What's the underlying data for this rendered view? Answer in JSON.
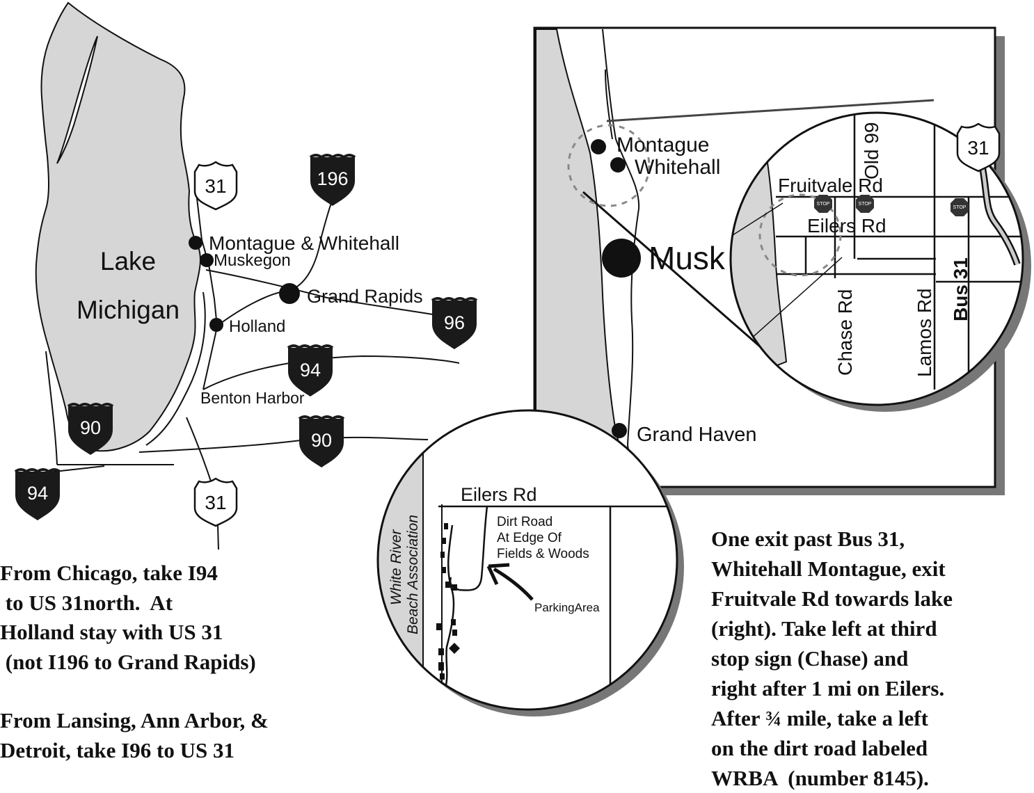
{
  "overview": {
    "lake_line1": "Lake",
    "lake_line2": "Michigan",
    "towns": {
      "montague_whitehall": "Montague & Whitehall",
      "muskegon": "Muskegon",
      "grand_rapids": "Grand Rapids",
      "holland": "Holland",
      "benton_harbor": "Benton Harbor"
    },
    "shields": {
      "us31_north": "31",
      "i196": "196",
      "i96": "96",
      "i94_east": "94",
      "i90_west": "90",
      "i90_east": "90",
      "i94_west": "94",
      "us31_south": "31"
    }
  },
  "regional": {
    "towns": {
      "montague": "Montague",
      "whitehall": "Whitehall",
      "muskegon_partial": "Musk",
      "grand_haven": "Grand Haven"
    }
  },
  "detail_circle": {
    "roads": {
      "fruitvale": "Fruitvale Rd",
      "old99": "Old 99",
      "eilers": "Eilers Rd",
      "chase": "Chase Rd",
      "lamos": "Lamos Rd",
      "bus31": "Bus 31"
    },
    "us31_shield": "31",
    "stop_sign": "STOP"
  },
  "site_circle": {
    "eilers": "Eilers Rd",
    "association_line1": "White River",
    "association_line2": "Beach Association",
    "dirt_road_line1": "Dirt Road",
    "dirt_road_line2": "At Edge Of",
    "dirt_road_line3": "Fields & Woods",
    "parking": "ParkingArea"
  },
  "directions": {
    "left": [
      "From Chicago, take I94",
      " to US 31north.  At",
      "Holland stay with US 31",
      " (not I196 to Grand Rapids)",
      "",
      "From Lansing, Ann Arbor, &",
      "Detroit, take I96 to US 31"
    ],
    "right": [
      "One exit past Bus 31,",
      "Whitehall Montague, exit",
      "Fruitvale Rd towards lake",
      "(right). Take left at third",
      "stop sign (Chase) and",
      "right after 1 mi on Eilers.",
      "After ¾ mile, take a left",
      "on the dirt road labeled",
      "WRBA  (number 8145)."
    ]
  },
  "colors": {
    "water": "#d6d6d6",
    "shield_fill": "#1a1a1a",
    "ink": "#111111",
    "shadow": "#777777"
  }
}
